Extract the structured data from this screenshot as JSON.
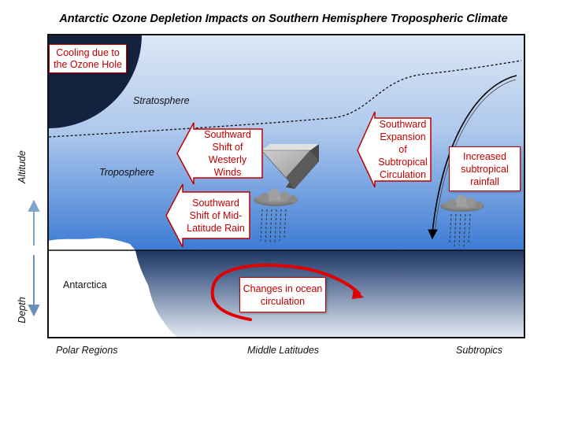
{
  "title": "Antarctic Ozone Depletion Impacts on Southern Hemisphere Tropospheric Climate",
  "layers": {
    "stratosphere": "Stratosphere",
    "troposphere": "Troposphere",
    "antarctica": "Antarctica"
  },
  "axes": {
    "vertical_top": "Altitude",
    "vertical_bottom": "Depth",
    "bottom_left": "Polar Regions",
    "bottom_middle": "Middle Latitudes",
    "bottom_right": "Subtropics"
  },
  "callouts": {
    "cooling": "Cooling due to the Ozone Hole",
    "westerly": "Southward Shift of Westerly Winds",
    "rain": "Southward Shift of Mid-Latitude Rain",
    "expansion": "Southward Expansion of Subtropical Circulation",
    "rainfall": "Increased subtropical rainfall",
    "ocean": "Changes in ocean circulation"
  },
  "colors": {
    "callout_border": "#c00000",
    "ocean_arrow": "#e00000",
    "ozone_hole": "#13233f",
    "sky_top": "#dde8f6",
    "sky_bottom": "#3f7fd6"
  }
}
